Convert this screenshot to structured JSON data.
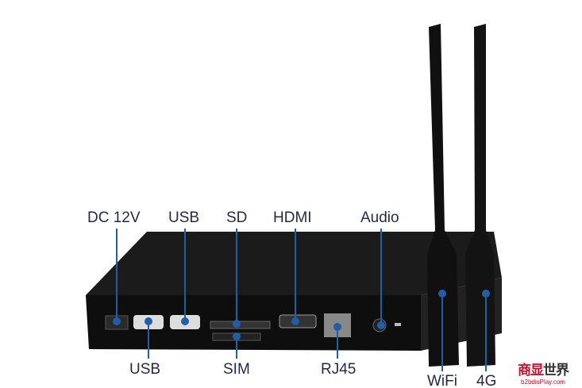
{
  "labels_top": [
    "DC 12V",
    "USB",
    "SD",
    "HDMI",
    "Audio"
  ],
  "labels_bottom": [
    "USB",
    "SIM",
    "RJ45",
    "WiFi",
    "4G"
  ],
  "watermark": {
    "brand_red": "商显",
    "brand_dark": "世界",
    "site": "b2bdisPlay.com"
  },
  "colors": {
    "leader": "#1f5fa8",
    "device": "#141414"
  }
}
